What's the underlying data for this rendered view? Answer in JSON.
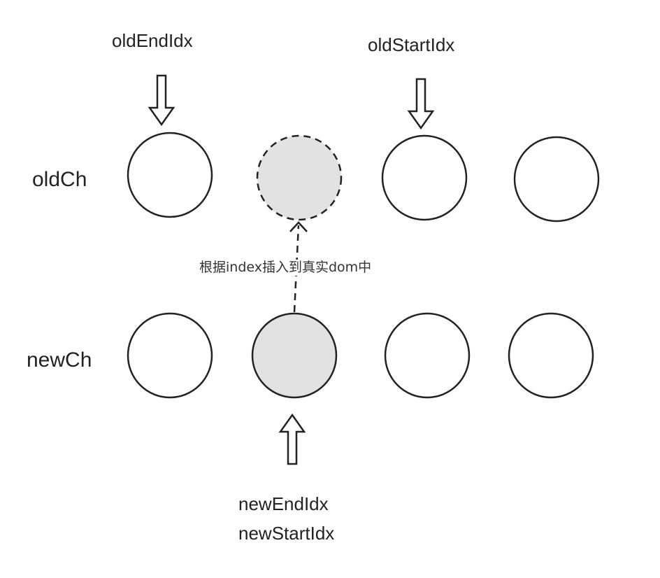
{
  "pointers": {
    "old_end": "oldEndIdx",
    "old_start": "oldStartIdx",
    "new_end": "newEndIdx",
    "new_start": "newStartIdx"
  },
  "rows": {
    "old": "oldCh",
    "new": "newCh"
  },
  "note": "根据index插入到真实dom中",
  "colors": {
    "stroke": "#222222",
    "highlight_fill": "#e2e2e2",
    "background": "#ffffff"
  }
}
